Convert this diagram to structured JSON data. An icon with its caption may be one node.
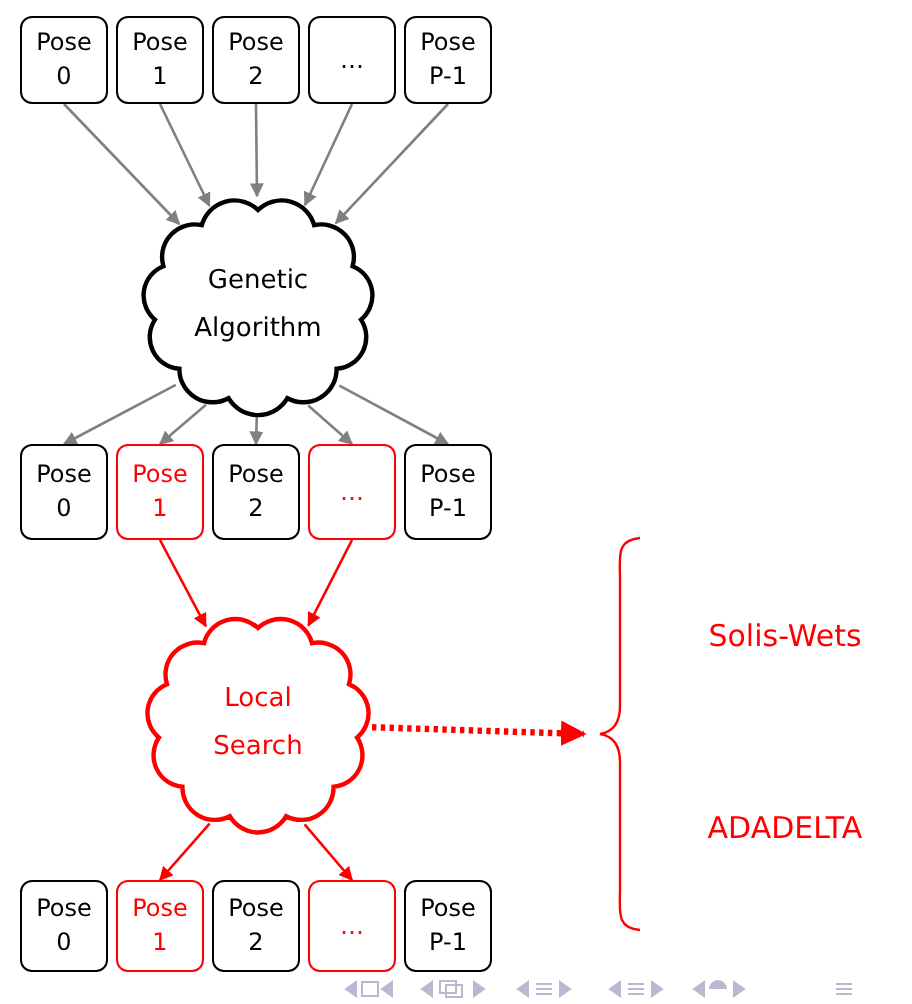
{
  "diagram": {
    "nodes": [
      {
        "text": [
          "Pose 0"
        ]
      },
      {
        "text": [
          "Pose 1"
        ]
      },
      {
        "text": [
          "Pose 2"
        ]
      },
      {
        "text": [
          "…"
        ]
      },
      {
        "text": [
          "Pose P-1"
        ]
      },
      {
        "text": [
          "Genetic Algorithm"
        ]
      },
      {
        "text": [
          "Pose 0"
        ]
      },
      {
        "text": [
          "Pose 1"
        ]
      },
      {
        "text": [
          "Pose 2"
        ]
      },
      {
        "text": [
          "…"
        ]
      },
      {
        "text": [
          "Pose P-1"
        ]
      },
      {
        "text": [
          "Local Search"
        ]
      },
      {
        "text": [
          "Pose 0"
        ]
      },
      {
        "text": [
          "Pose 1"
        ]
      },
      {
        "text": [
          "Pose 2"
        ]
      },
      {
        "text": [
          "…"
        ]
      },
      {
        "text": [
          "Pose P-1"
        ]
      },
      {
        "text": [],
        "shape": "brace"
      }
    ],
    "edges": [
      {
        "from": 0,
        "to": 5,
        "arrow": "to"
      },
      {
        "from": 1,
        "to": 5,
        "arrow": "to"
      },
      {
        "from": 2,
        "to": 5,
        "arrow": "to"
      },
      {
        "from": 3,
        "to": 5,
        "arrow": "to"
      },
      {
        "from": 4,
        "to": 5,
        "arrow": "to"
      },
      {
        "from": 5,
        "to": 6,
        "arrow": "to"
      },
      {
        "from": 5,
        "to": 7,
        "arrow": "to"
      },
      {
        "from": 5,
        "to": 8,
        "arrow": "to"
      },
      {
        "from": 5,
        "to": 9,
        "arrow": "to"
      },
      {
        "from": 5,
        "to": 10,
        "arrow": "to"
      },
      {
        "from": 7,
        "to": 11,
        "arrow": "to",
        "color": "#ff0000"
      },
      {
        "from": 9,
        "to": 11,
        "arrow": "to",
        "color": "#ff0000"
      },
      {
        "from": 11,
        "to": 13,
        "arrow": "to",
        "color": "#ff0000"
      },
      {
        "from": 11,
        "to": 15,
        "arrow": "to",
        "color": "#ff0000"
      },
      {
        "from": 11,
        "to": 17,
        "arrow": "to",
        "style": "dashed",
        "color": "#ff0000"
      }
    ],
    "labels": [
      "Solis-Wets",
      "ADADELTA"
    ]
  }
}
